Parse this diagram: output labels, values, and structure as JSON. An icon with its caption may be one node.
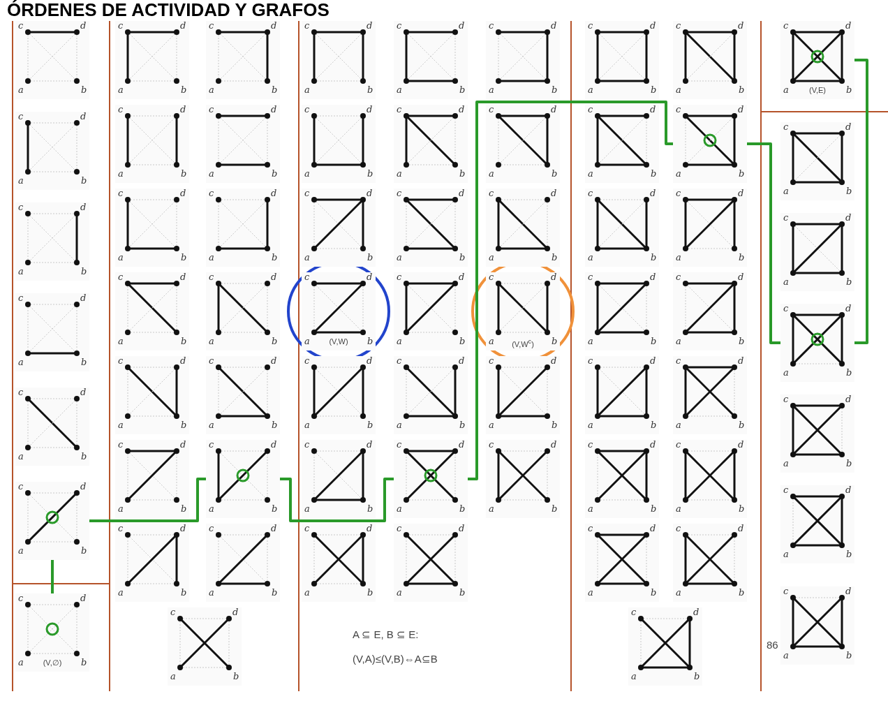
{
  "diagram": {
    "title": "ÓRDENES DE ACTIVIDAD Y GRAFOS",
    "nodes": [
      {
        "text": [
          "c",
          "d",
          "a",
          "b"
        ]
      },
      {
        "text": [
          "c",
          "d",
          "a",
          "b"
        ]
      },
      {
        "text": [
          "c",
          "d",
          "a",
          "b"
        ]
      },
      {
        "text": [
          "c",
          "d",
          "a",
          "b"
        ]
      },
      {
        "text": [
          "c",
          "d",
          "a",
          "b"
        ]
      },
      {
        "text": [
          "c",
          "d",
          "a",
          "b"
        ]
      },
      {
        "text": [
          "c",
          "d",
          "a",
          "b",
          "(V,∅)"
        ]
      },
      {
        "text": [
          "c",
          "d",
          "a",
          "b"
        ]
      },
      {
        "text": [
          "c",
          "d",
          "a",
          "b"
        ]
      },
      {
        "text": [
          "c",
          "d",
          "a",
          "b"
        ]
      },
      {
        "text": [
          "c",
          "d",
          "a",
          "b"
        ]
      },
      {
        "text": [
          "c",
          "d",
          "a",
          "b"
        ]
      },
      {
        "text": [
          "c",
          "d",
          "a",
          "b"
        ]
      },
      {
        "text": [
          "c",
          "d",
          "a",
          "b"
        ]
      },
      {
        "text": [
          "c",
          "d",
          "a",
          "b"
        ]
      },
      {
        "text": [
          "c",
          "d",
          "a",
          "b"
        ]
      },
      {
        "text": [
          "c",
          "d",
          "a",
          "b"
        ]
      },
      {
        "text": [
          "c",
          "d",
          "a",
          "b"
        ]
      },
      {
        "text": [
          "c",
          "d",
          "a",
          "b"
        ]
      },
      {
        "text": [
          "c",
          "d",
          "a",
          "b"
        ]
      },
      {
        "text": [
          "c",
          "d",
          "a",
          "b"
        ]
      },
      {
        "text": [
          "c",
          "d",
          "a",
          "b"
        ]
      },
      {
        "text": [
          "c",
          "d",
          "a",
          "b"
        ]
      },
      {
        "text": [
          "c",
          "d",
          "a",
          "b"
        ]
      },
      {
        "text": [
          "c",
          "d",
          "a",
          "b"
        ]
      },
      {
        "text": [
          "c",
          "d",
          "a",
          "b"
        ]
      },
      {
        "text": [
          "c",
          "d",
          "a",
          "b"
        ]
      },
      {
        "text": [
          "c",
          "d",
          "a",
          "b"
        ]
      },
      {
        "text": [
          "c",
          "d",
          "a",
          "b"
        ]
      },
      {
        "text": [
          "c",
          "d",
          "a",
          "b"
        ]
      },
      {
        "text": [
          "c",
          "d",
          "a",
          "b"
        ]
      },
      {
        "text": [
          "c",
          "d",
          "a",
          "b",
          "(V,W)"
        ]
      },
      {
        "text": [
          "c",
          "d",
          "a",
          "b"
        ]
      },
      {
        "text": [
          "c",
          "d",
          "a",
          "b",
          "(V,W$^{c}$)"
        ]
      },
      {
        "text": [
          "c",
          "d",
          "a",
          "b"
        ]
      },
      {
        "text": [
          "c",
          "d",
          "a",
          "b"
        ]
      },
      {
        "text": [
          "c",
          "d",
          "a",
          "b"
        ]
      },
      {
        "text": [
          "c",
          "d",
          "a",
          "b"
        ]
      },
      {
        "text": [
          "c",
          "d",
          "a",
          "b"
        ]
      },
      {
        "text": [
          "c",
          "d",
          "a",
          "b"
        ]
      },
      {
        "text": [
          "c",
          "d",
          "a",
          "b"
        ]
      },
      {
        "text": [
          "c",
          "d",
          "a",
          "b"
        ]
      },
      {
        "text": [
          "c",
          "d",
          "a",
          "b"
        ]
      },
      {
        "text": [
          "c",
          "d",
          "a",
          "b"
        ]
      },
      {
        "text": [
          "c",
          "d",
          "a",
          "b"
        ]
      },
      {
        "text": [
          "c",
          "d",
          "a",
          "b"
        ]
      },
      {
        "text": [
          "c",
          "d",
          "a",
          "b"
        ]
      },
      {
        "text": [
          "c",
          "d",
          "a",
          "b"
        ]
      },
      {
        "text": [
          "c",
          "d",
          "a",
          "b"
        ]
      },
      {
        "text": [
          "c",
          "d",
          "a",
          "b"
        ]
      },
      {
        "text": [
          "c",
          "d",
          "a",
          "b"
        ]
      },
      {
        "text": [
          "c",
          "d",
          "a",
          "b"
        ]
      },
      {
        "text": [
          "c",
          "d",
          "a",
          "b"
        ]
      },
      {
        "text": [
          "c",
          "d",
          "a",
          "b"
        ]
      },
      {
        "text": [
          "c",
          "d",
          "a",
          "b"
        ]
      },
      {
        "text": [
          "c",
          "d",
          "a",
          "b"
        ]
      },
      {
        "text": [
          "c",
          "d",
          "a",
          "b"
        ]
      },
      {
        "text": [
          "c",
          "d",
          "a",
          "b",
          "(V,E)"
        ]
      },
      {
        "text": [
          "c",
          "d",
          "a",
          "b"
        ]
      },
      {
        "text": [
          "c",
          "d",
          "a",
          "b"
        ]
      },
      {
        "text": [
          "c",
          "d",
          "a",
          "b"
        ]
      },
      {
        "text": [
          "c",
          "d",
          "a",
          "b"
        ]
      },
      {
        "text": [
          "c",
          "d",
          "a",
          "b"
        ]
      },
      {
        "text": [
          "c",
          "d",
          "a",
          "b"
        ]
      }
    ],
    "edges": [
      {
        "from": 6,
        "to": 5,
        "arrow": "none"
      },
      {
        "from": 5,
        "to": 18,
        "arrow": "none"
      },
      {
        "from": 18,
        "to": 38,
        "arrow": "none"
      },
      {
        "from": 38,
        "to": 45,
        "arrow": "none"
      },
      {
        "from": 45,
        "to": 60,
        "arrow": "none"
      },
      {
        "from": 60,
        "to": 57,
        "arrow": "none"
      }
    ],
    "labels": [
      "A ⊆ E, B ⊆ E:",
      "86",
      "(V,A)≤(V,B)⇔A⊆B"
    ]
  }
}
